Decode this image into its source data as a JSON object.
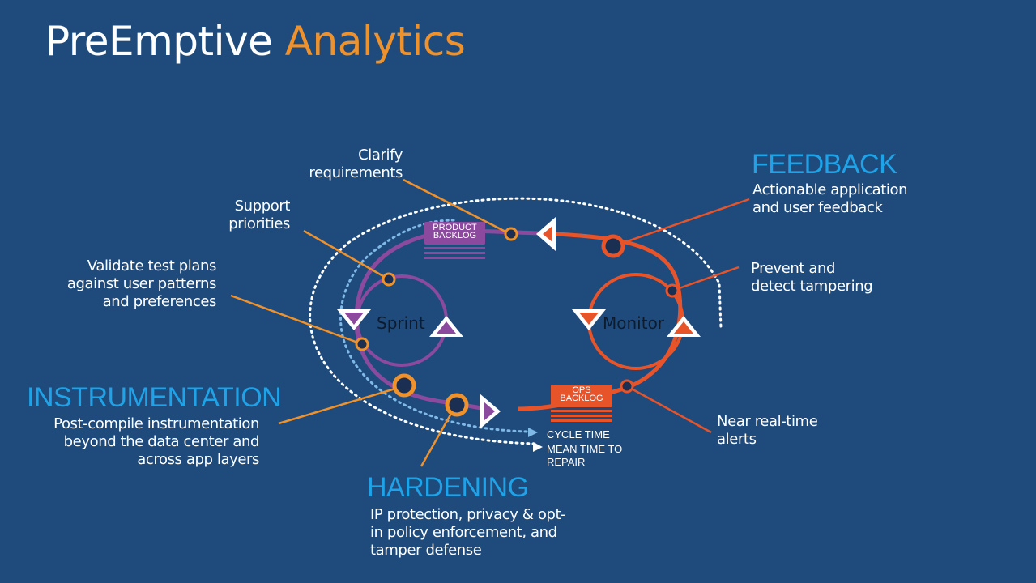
{
  "title": {
    "main": "PreEmptive",
    "accent": "Analytics"
  },
  "labels": {
    "clarify": "Clarify\nrequirements",
    "support": "Support\npriorities",
    "validate": "Validate test plans\nagainst user patterns\nand preferences",
    "feedback_desc": "Actionable application\nand user feedback",
    "prevent": "Prevent and\ndetect tampering",
    "alerts": "Near real-time\nalerts",
    "instr_desc": "Post-compile instrumentation\nbeyond the data center and\nacross app layers",
    "hard_desc": "IP protection, privacy & opt-\nin policy enforcement, and\ntamper defense"
  },
  "headings": {
    "feedback": "FEEDBACK",
    "instrumentation": "INSTRUMENTATION",
    "hardening": "HARDENING"
  },
  "loops": {
    "sprint": "Sprint",
    "monitor": "Monitor"
  },
  "backlogs": {
    "product": "PRODUCT\nBACKLOG",
    "ops": "OPS\nBACKLOG"
  },
  "metrics": {
    "cycle_time": "CYCLE TIME",
    "mttr": "MEAN TIME TO\nREPAIR"
  },
  "colors": {
    "background": "#1f4b7c",
    "purple": "#8b4a9e",
    "orange": "#e8542a",
    "amber": "#f0922b",
    "blue": "#1fa3e8",
    "dotted_light": "#7fb9e8"
  }
}
